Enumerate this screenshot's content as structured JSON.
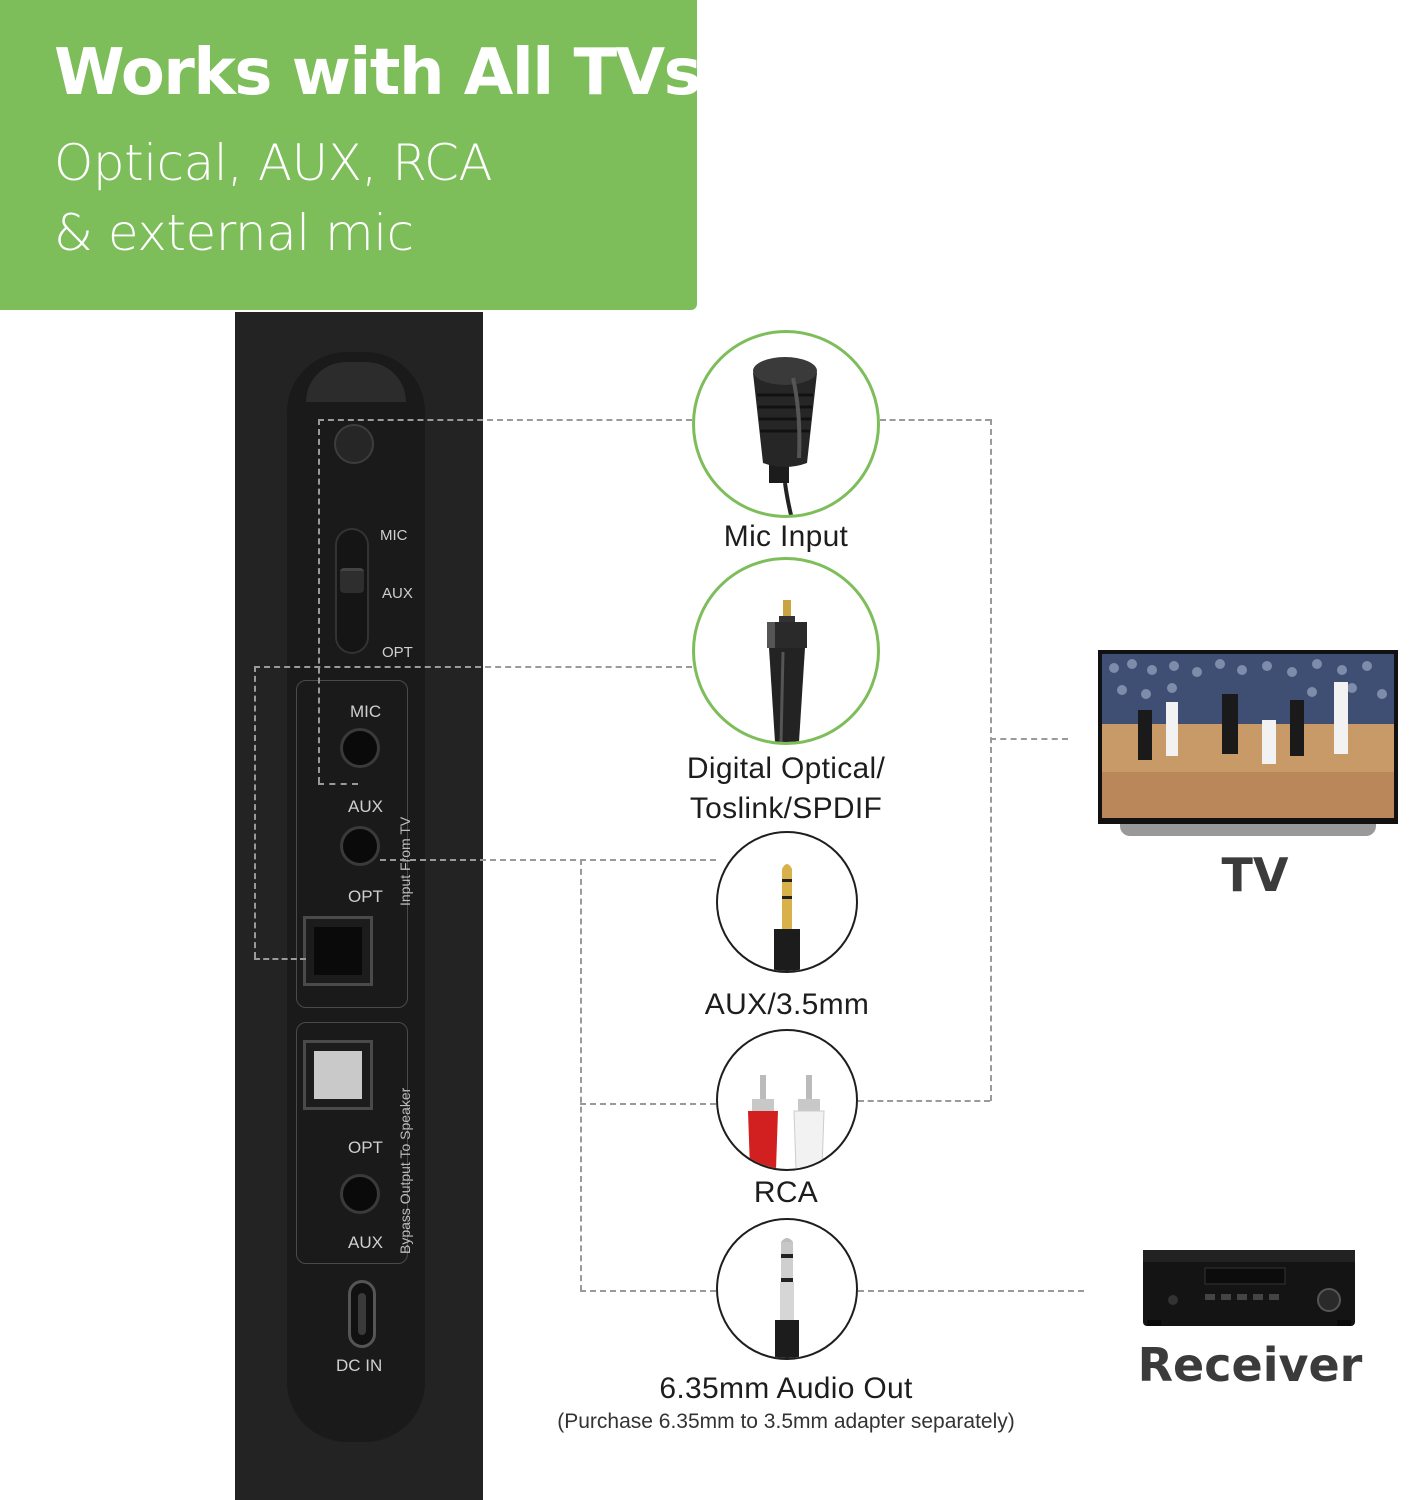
{
  "banner": {
    "title": "Works with All TVs",
    "subtitle_line1": "Optical, AUX, RCA",
    "subtitle_line2": "& external mic",
    "color": "#7dbd5a"
  },
  "device": {
    "switch_labels": [
      "MIC",
      "AUX",
      "OPT"
    ],
    "input_labels": [
      "MIC",
      "AUX",
      "OPT"
    ],
    "input_group_label": "Input From TV",
    "output_labels": [
      "OPT",
      "AUX"
    ],
    "output_group_label": "Bypass Output To Speaker",
    "dc_label": "DC IN"
  },
  "connectors": {
    "mic": "Mic Input",
    "optical_line1": "Digital Optical/",
    "optical_line2": "Toslink/SPDIF",
    "aux": "AUX/3.5mm",
    "rca": "RCA",
    "out635": "6.35mm Audio Out",
    "out635_note": "(Purchase 6.35mm to 3.5mm adapter separately)"
  },
  "targets": {
    "tv": "TV",
    "receiver": "Receiver"
  }
}
